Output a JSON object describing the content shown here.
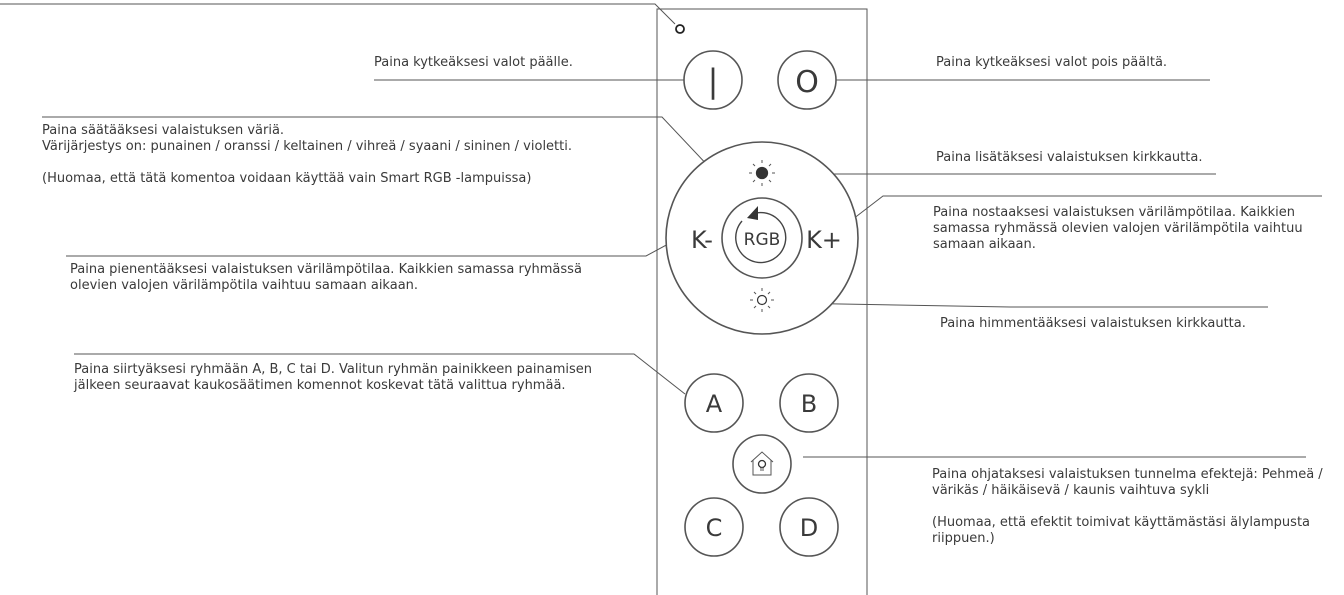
{
  "buttons": {
    "on": "|",
    "off": "O",
    "rgb": "RGB",
    "k_minus": "K-",
    "k_plus": "K+",
    "a": "A",
    "b": "B",
    "c": "C",
    "d": "D"
  },
  "notes": {
    "on": "Paina kytkeäksesi valot päälle.",
    "off": "Paina kytkeäksesi valot pois päältä.",
    "rgb_line1": "Paina säätääksesi valaistuksen väriä.",
    "rgb_line2": "Värijärjestys on: punainen / oranssi / keltainen / vihreä / syaani / sininen / violetti.",
    "rgb_line3": "(Huomaa, että tätä komentoa voidaan käyttää vain Smart RGB -lampuissa)",
    "brightness_up": "Paina lisätäksesi valaistuksen kirkkautta.",
    "k_plus": "Paina nostaaksesi valaistuksen värilämpötilaa. Kaikkien samassa ryhmässä olevien valojen värilämpötila vaihtuu samaan aikaan.",
    "k_minus": "Paina pienentääksesi valaistuksen värilämpötilaa. Kaikkien samassa ryhmässä olevien valojen värilämpötila vaihtuu samaan aikaan.",
    "brightness_down": "Paina himmentääksesi valaistuksen kirkkautta.",
    "groups": "Paina siirtyäksesi ryhmään A, B, C tai D. Valitun ryhmän painikkeen painamisen jälkeen seuraavat kaukosäätimen komennot koskevat tätä valittua ryhmää.",
    "effects_line1": "Paina ohjataksesi valaistuksen tunnelma efektejä: Pehmeä / värikäs / häikäisevä / kaunis vaihtuva sykli",
    "effects_line2": "(Huomaa, että efektit toimivat käyttämästäsi älylampusta riippuen.)"
  },
  "icons": {
    "brightness_up": "sun-icon",
    "brightness_down": "sun-icon",
    "scene": "house-bulb-icon",
    "cycle": "cycle-arrow-icon",
    "indicator": "led-indicator-icon"
  }
}
